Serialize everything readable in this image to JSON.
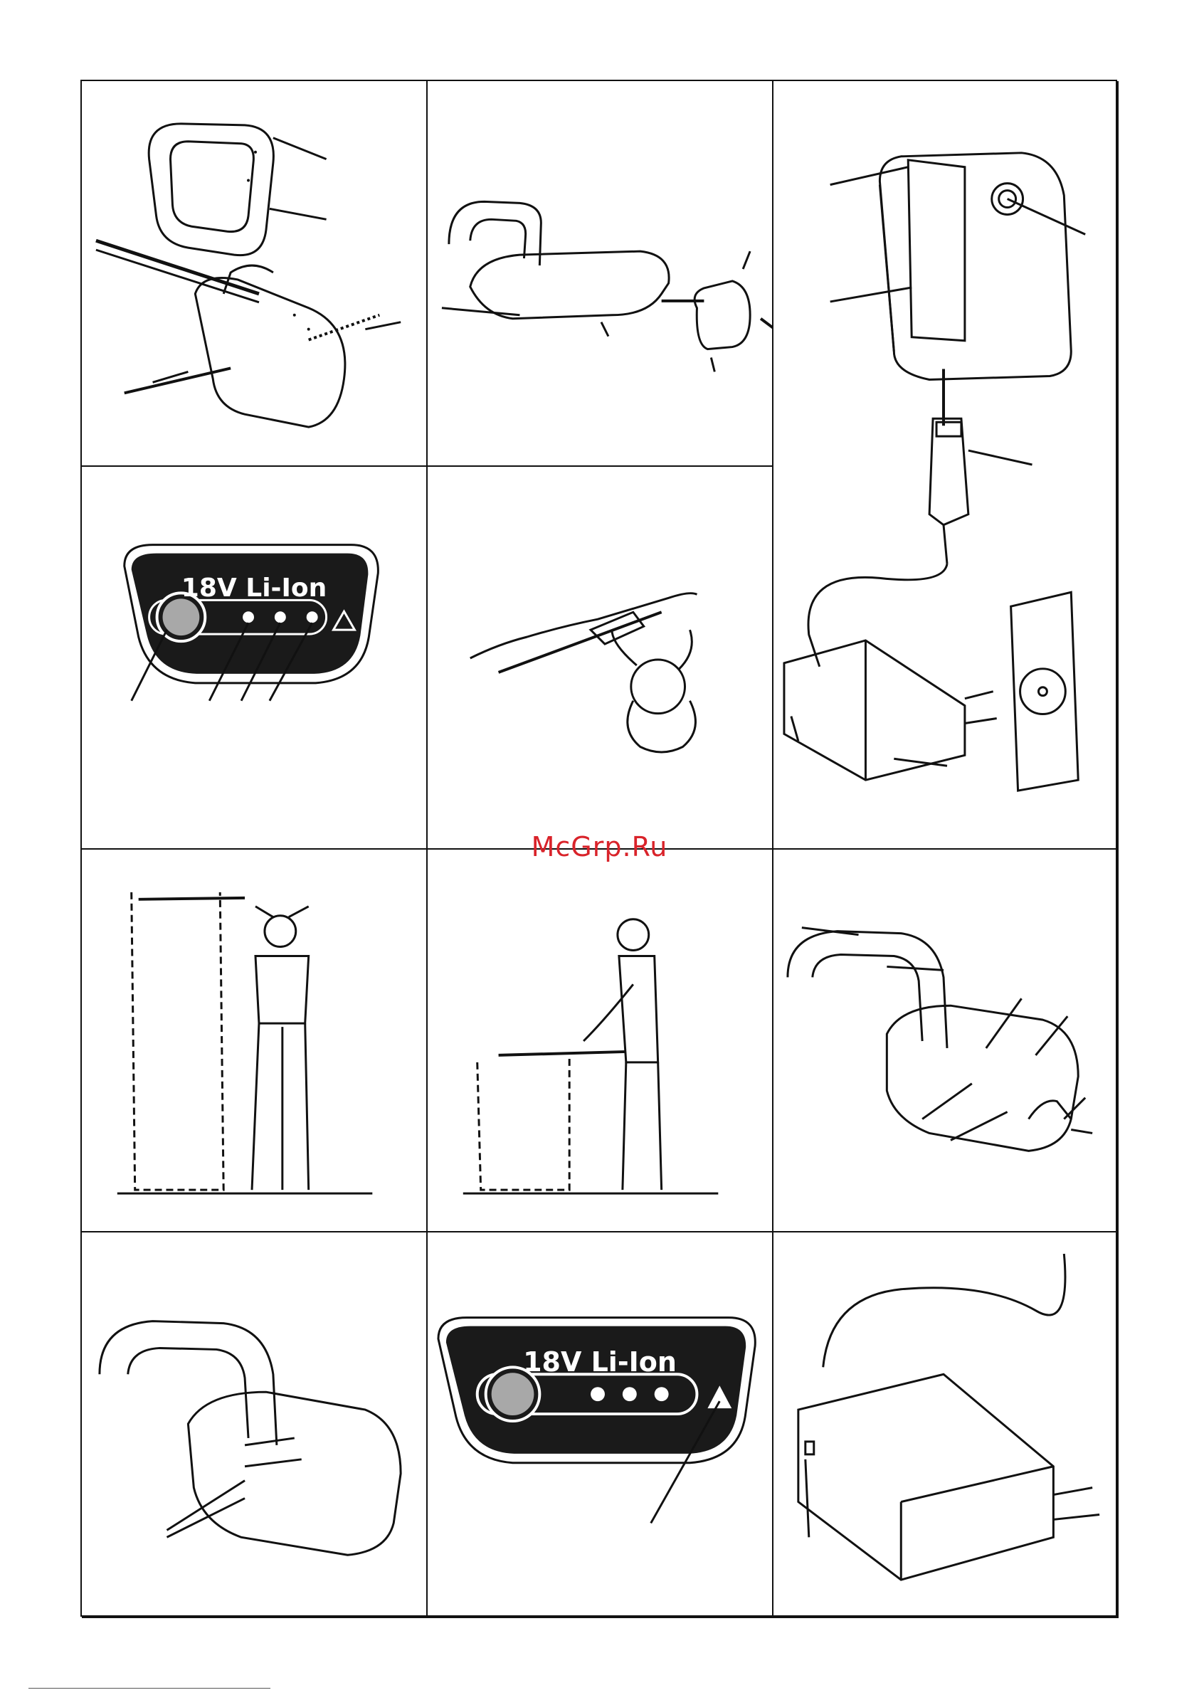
{
  "panels": [
    {
      "title": "18V Li-Ion"
    },
    {
      "title": "18V Li-Ion"
    }
  ],
  "watermark": "McGrp.Ru",
  "colors": {
    "line": "#111111",
    "panel_bg": "#1a1a1a",
    "button": "#a8a8a8",
    "watermark": "#d9232a"
  }
}
